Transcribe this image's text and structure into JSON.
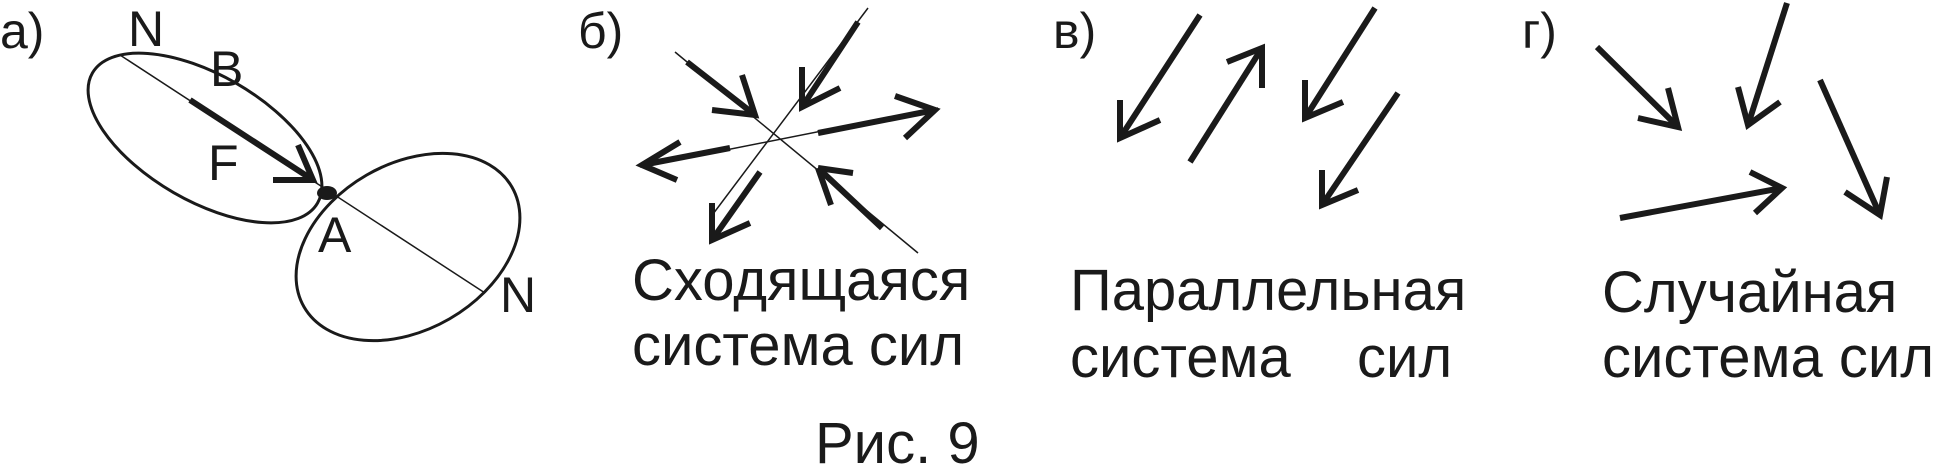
{
  "panel_a": {
    "label": "а)",
    "n_top": "N",
    "n_bottom": "N",
    "b": "B",
    "f": "F",
    "a": "A"
  },
  "panel_b": {
    "label": "б)",
    "caption_line1": "Сходящаяся",
    "caption_line2": "система сил"
  },
  "panel_v": {
    "label": "в)",
    "caption_line1": "Параллельная",
    "caption_line2": "система",
    "caption_line2b": "сил"
  },
  "panel_g": {
    "label": "г)",
    "caption_line1": "Случайная",
    "caption_line2": "система сил"
  },
  "figure_caption": "Рис. 9",
  "colors": {
    "ink": "#1a1a1a",
    "background": "#ffffff"
  }
}
